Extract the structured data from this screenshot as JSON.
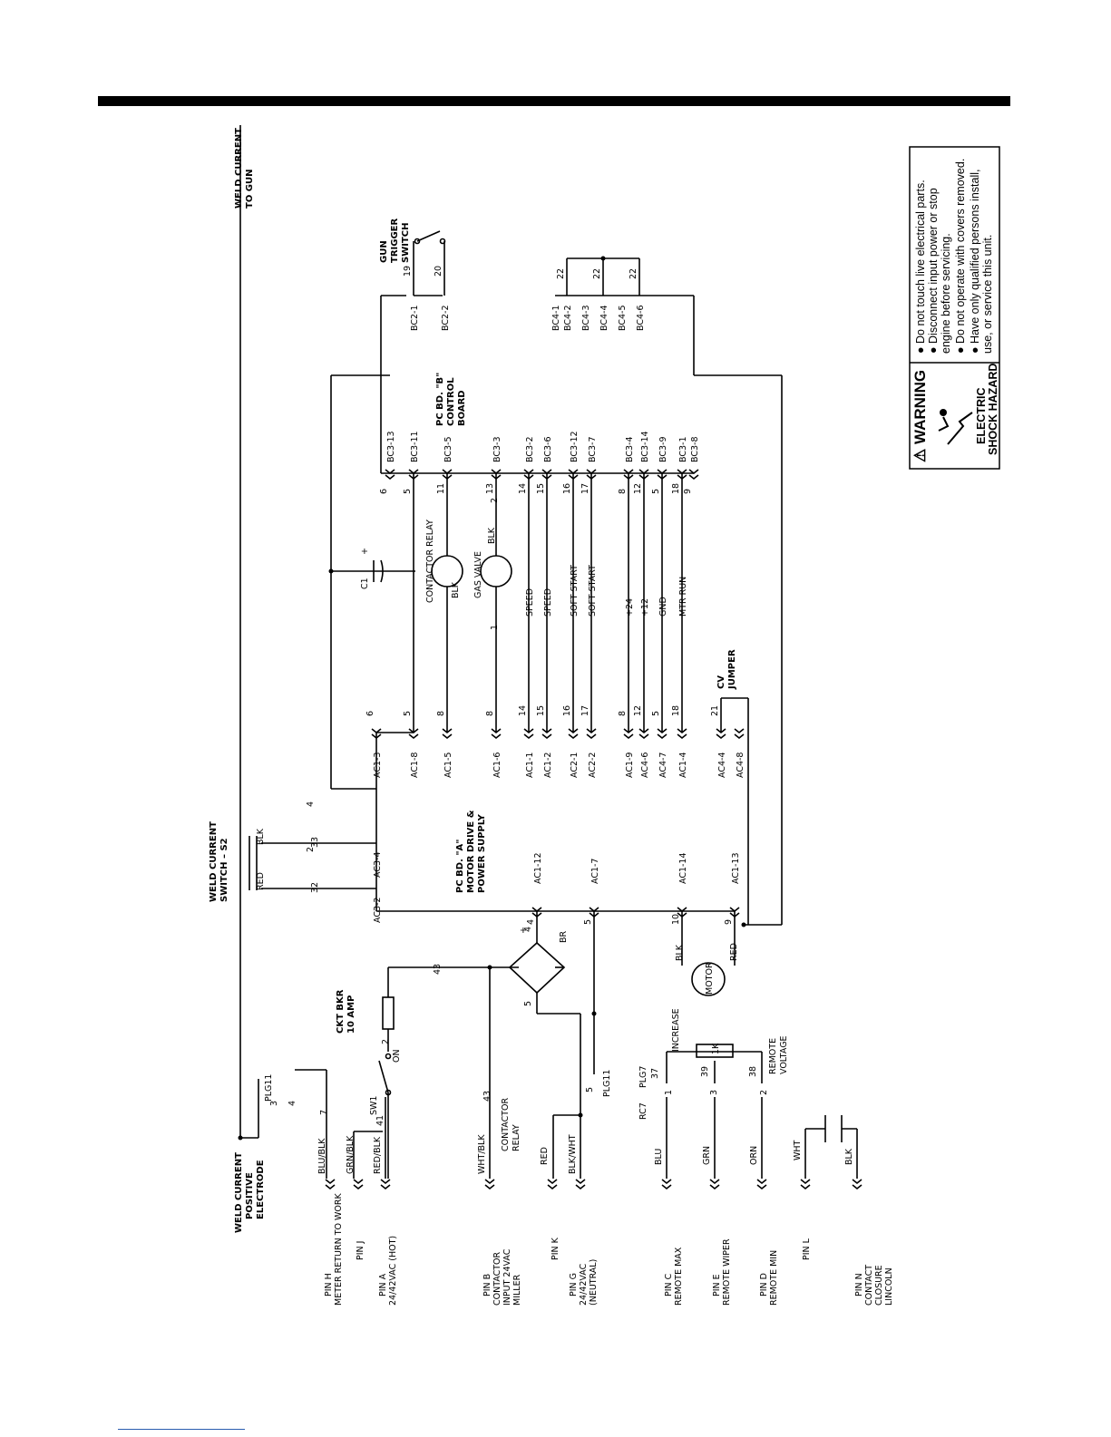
{
  "labels": {
    "weld_current_to_gun": [
      "WELD CURRENT",
      "TO GUN"
    ],
    "weld_current_positive": [
      "WELD CURRENT",
      "POSITIVE",
      "ELECTRODE"
    ],
    "weld_current_switch": [
      "WELD CURRENT",
      "SWITCH – S2"
    ],
    "gun_trigger_switch": [
      "GUN",
      "TRIGGER",
      "SWITCH"
    ],
    "pc_bd_b": [
      "PC BD. \"B\"",
      "CONTROL",
      "BOARD"
    ],
    "pc_bd_a": [
      "PC BD. \"A\"",
      "MOTOR DRIVE &",
      "POWER SUPPLY"
    ],
    "cv_jumper": [
      "CV",
      "JUMPER"
    ],
    "c1": "C1",
    "contactor_relay": "CONTACTOR RELAY",
    "gas_valve": "GAS VALVE",
    "ckt_bkr": [
      "CKT BKR",
      "10 AMP"
    ],
    "sw1": "SW1",
    "on": "ON",
    "br": "BR",
    "motor": "MOTOR",
    "increase": "INCREASE",
    "remote_voltage": [
      "REMOTE",
      "VOLTAGE"
    ],
    "pot": "1K",
    "contactor_relay_cap": [
      "CONTACTOR",
      "RELAY"
    ],
    "plg11": "PLG11",
    "plg7": "PLG7",
    "rc7": "RC7"
  },
  "pins": [
    [
      "PIN H",
      "METER RETURN TO WORK"
    ],
    [
      "PIN J"
    ],
    [
      "PIN A",
      "24/42VAC (HOT)"
    ],
    [
      "PIN B",
      "CONTACTOR",
      "INPUT 24VAC",
      "MILLER"
    ],
    [
      "PIN K"
    ],
    [
      "PIN G",
      "24/42VAC",
      "(NEUTRAL)"
    ],
    [
      "PIN C",
      "REMOTE MAX"
    ],
    [
      "PIN E",
      "REMOTE WIPER"
    ],
    [
      "PIN D",
      "REMOTE MIN"
    ],
    [
      "PIN L"
    ],
    [
      "PIN N",
      "CONTACT",
      "CLOSURE",
      "LINCOLN"
    ]
  ],
  "wire_colors": [
    "BLU/BLK",
    "GRN/BLK",
    "RED/BLK",
    "WHT/BLK",
    "RED",
    "BLK/WHT",
    "BLU",
    "GRN",
    "ORN",
    "WHT",
    "BLK"
  ],
  "ac_connectors": [
    "AC1-3",
    "AC1-8",
    "AC1-5",
    "AC1-6",
    "AC1-1",
    "AC1-2",
    "AC2-1",
    "AC2-2",
    "AC1-9",
    "AC4-6",
    "AC4-7",
    "AC1-4",
    "AC4-4",
    "AC4-8"
  ],
  "ac_wires": [
    "6",
    "5",
    "8",
    "8",
    "14",
    "15",
    "16",
    "17",
    "8",
    "12",
    "5",
    "18",
    "21",
    ""
  ],
  "signals": [
    "",
    "",
    "",
    "",
    "SPEED",
    "SPEED",
    "SOFT START",
    "SOFT START",
    "+24",
    "+12",
    "GND",
    "MTR RUN",
    "",
    ""
  ],
  "bc_connectors": [
    "BC3-13",
    "BC3-11",
    "BC3-5",
    "BC3-3",
    "BC3-2",
    "BC3-6",
    "BC3-12",
    "BC3-7",
    "BC3-4",
    "BC3-14",
    "BC3-9",
    "BC3-1",
    "BC3-8"
  ],
  "bc_wires": [
    "6",
    "5",
    "11",
    "13",
    "14",
    "15",
    "16",
    "17",
    "8",
    "12",
    "5",
    "18",
    "9"
  ],
  "bc2": [
    "BC2-1",
    "BC2-2"
  ],
  "bc2_wires": [
    "19",
    "20"
  ],
  "bc4": [
    "BC4-1",
    "BC4-2",
    "BC4-3",
    "BC4-4",
    "BC4-5",
    "BC4-6"
  ],
  "bc4_wires": [
    "22",
    "22",
    "22"
  ],
  "ac1_lower": [
    "AC1-12",
    "AC1-7",
    "AC1-14",
    "AC1-13"
  ],
  "ac1_lower_wires": [
    "4",
    "5",
    "10",
    "9"
  ],
  "ac3": [
    "AC3-2",
    "AC3-4"
  ],
  "ac3_wires": [
    "32",
    "33"
  ],
  "switch_wires": [
    "2",
    "4"
  ],
  "misc_wires": [
    "3",
    "4",
    "7",
    "41",
    "2",
    "43",
    "43",
    "5",
    "5",
    "4",
    "37",
    "39",
    "38",
    "1",
    "2",
    "3",
    "1",
    "2",
    "+",
    "+",
    "BLK",
    "BLK",
    "BLK",
    "BLK",
    "RED",
    "RED"
  ],
  "warning": {
    "title": "WARNING",
    "hazard": [
      "ELECTRIC",
      "SHOCK HAZARD"
    ],
    "items": [
      "Do not touch live electrical parts.",
      "Disconnect input power or stop",
      "engine before servicing.",
      "Do not operate with covers removed.",
      "Have only qualified persons install,",
      "use, or service this unit."
    ]
  }
}
